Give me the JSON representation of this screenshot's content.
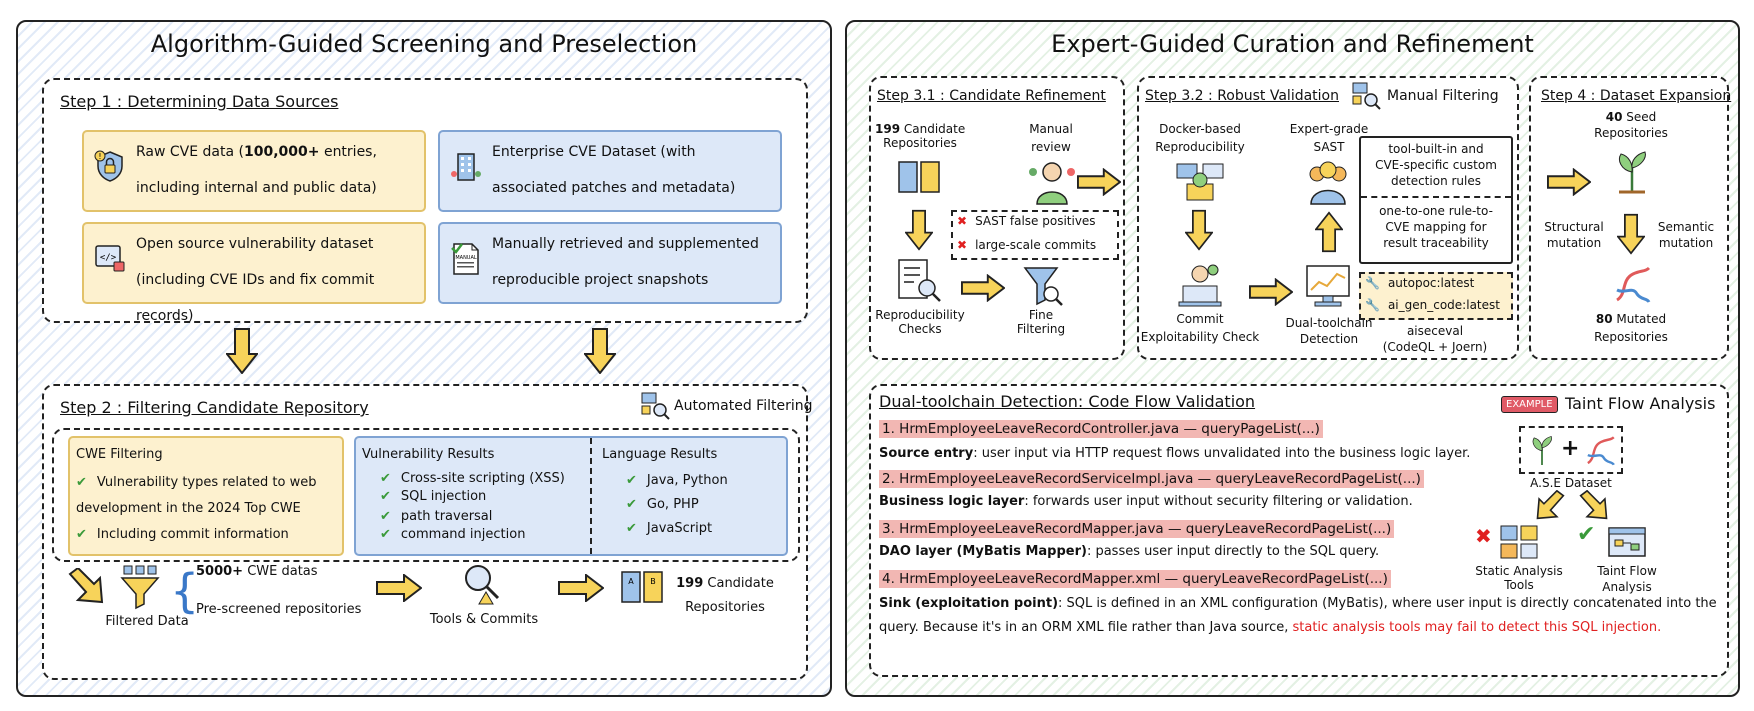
{
  "left": {
    "title": "Algorithm-Guided Screening and Preselection",
    "step1": {
      "title": "Step 1 : Determining Data Sources",
      "cards": [
        {
          "pre": "Raw CVE data (",
          "bold": "100,000+",
          "post": " entries, including internal and public data)"
        },
        {
          "text": "Enterprise CVE Dataset (with associated patches and metadata)"
        },
        {
          "text": "Open source vulnerability dataset (including CVE IDs and fix commit records)"
        },
        {
          "text": "Manually retrieved and supplemented reproducible project snapshots",
          "icon_text": "MANUAL"
        }
      ]
    },
    "step2": {
      "title": "Step 2 : Filtering Candidate Repository",
      "tag": "Automated Filtering",
      "cwe": {
        "title": "CWE Filtering",
        "items": [
          "Vulnerability types related to web development in the 2024 Top CWE",
          "Including commit information"
        ]
      },
      "vuln": {
        "title": "Vulnerability Results",
        "items": [
          "Cross-site scripting (XSS)",
          "SQL injection",
          "path traversal",
          "command injection"
        ]
      },
      "lang": {
        "title": "Language Results",
        "items": [
          "Java, Python",
          "Go, PHP",
          "JavaScript"
        ]
      },
      "flow": {
        "filtered": "Filtered Data",
        "cwe_bold": "5000+",
        "cwe_rest": " CWE datas",
        "prescreened": "Pre-screened repositories",
        "tools": "Tools & Commits",
        "cand_bold": "199",
        "cand_rest": " Candidate",
        "cand_line2": "Repositories"
      }
    }
  },
  "right": {
    "title": "Expert-Guided Curation and Refinement",
    "s31": {
      "title": "Step 3.1 : Candidate Refinement",
      "cand_bold": "199",
      "cand_rest": " Candidate",
      "cand_line2": "Repositories",
      "manual": "Manual",
      "review": "review",
      "reasons": [
        "SAST false positives",
        "large-scale commits"
      ],
      "repro1": "Reproducibility",
      "repro2": "Checks",
      "fine1": "Fine",
      "fine2": "Filtering"
    },
    "s32": {
      "title": "Step 3.2 : Robust Validation",
      "tag": "Manual Filtering",
      "docker1": "Docker-based",
      "docker2": "Reproducibility",
      "expert1": "Expert-grade",
      "expert2": "SAST",
      "rule_box": [
        "tool-built-in and",
        "CVE-specific custom",
        "detection rules"
      ],
      "map_box": [
        "one-to-one rule-to-",
        "CVE mapping for",
        "result traceability"
      ],
      "commit1": "Commit",
      "commit2": "Exploitability Check",
      "dual1": "Dual-toolchain",
      "dual2": "Detection",
      "tools": [
        "autopoc:latest",
        "ai_gen_code:latest"
      ],
      "aisec1": "aiseceval",
      "aisec2": "(CodeQL + Joern)"
    },
    "s4": {
      "title": "Step 4 : Dataset Expansion",
      "seed_bold": "40",
      "seed_rest": " Seed",
      "seed_line2": "Repositories",
      "structural": [
        "Structural",
        "mutation"
      ],
      "semantic": [
        "Semantic",
        "mutation"
      ],
      "mut_bold": "80",
      "mut_rest": " Mutated",
      "mut_line2": "Repositories"
    },
    "dual": {
      "title": "Dual-toolchain Detection: Code Flow Validation",
      "example": "EXAMPLE",
      "taint": "Taint Flow Analysis",
      "items": [
        {
          "head": "1. HrmEmployeeLeaveRecordController.java — queryPageList(...)",
          "label": "Source entry",
          "desc": ": user input via HTTP request flows unvalidated into the business logic layer."
        },
        {
          "head": "2. HrmEmployeeLeaveRecordServiceImpl.java — queryLeaveRecordPageList(...)",
          "label": "Business logic layer",
          "desc": ": forwards user input without security filtering or validation."
        },
        {
          "head": "3. HrmEmployeeLeaveRecordMapper.java — queryLeaveRecordPageList(...)",
          "label": "DAO layer (MyBatis Mapper)",
          "desc": ": passes user input directly to the SQL query."
        },
        {
          "head": "4. HrmEmployeeLeaveRecordMapper.xml — queryLeaveRecordPageList(...)",
          "label": "Sink (exploitation point)",
          "desc": ": SQL is defined in an XML configuration (MyBatis), where user input is directly concatenated into the"
        }
      ],
      "last_line": "query. Because it's in an ORM XML file rather than Java source, ",
      "last_red": "static analysis tools may fail to detect this SQL injection.",
      "ase": "A.S.E Dataset",
      "static1": "Static Analysis",
      "static2": "Tools",
      "taint1": "Taint Flow",
      "taint2": "Analysis"
    }
  },
  "colors": {
    "yellow_card": "#fdf1cf",
    "blue_card": "#dde8f8",
    "arrow_fill": "#f7d35a",
    "highlight": "#f2b7b3",
    "red_text": "#e02020",
    "check": "#3a9a3a"
  }
}
